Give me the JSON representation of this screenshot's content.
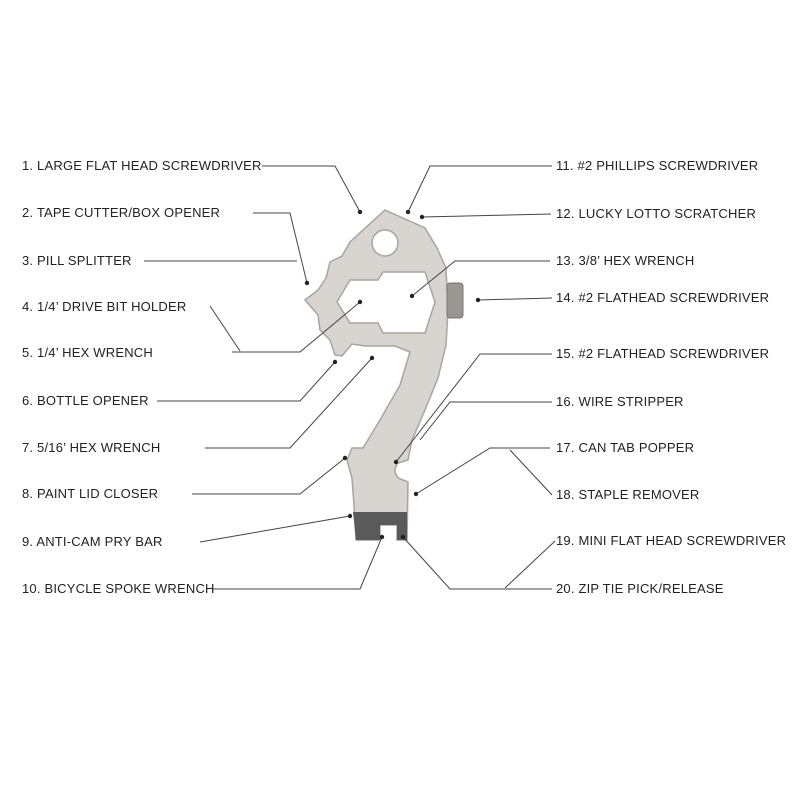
{
  "colors": {
    "line": "#444444",
    "steel": "#d8d5d0",
    "steel_edge": "#a8a49e",
    "dark_end": "#555555"
  },
  "left_labels": [
    "1.  LARGE FLAT HEAD SCREWDRIVER",
    "2.  TAPE CUTTER/BOX OPENER",
    "3.  PILL SPLITTER",
    "4.  1/4’   DRIVE BIT HOLDER",
    "5.  1/4’   HEX WRENCH",
    "6.  BOTTLE OPENER",
    "7.  5/16’   HEX WRENCH",
    "8.  PAINT LID CLOSER",
    "9. ANTI-CAM PRY BAR",
    "10. BICYCLE SPOKE WRENCH"
  ],
  "right_labels": [
    "11. #2 PHILLIPS SCREWDRIVER",
    "12. LUCKY LOTTO SCRATCHER",
    "13. 3/8’   HEX WRENCH",
    "14. #2 FLATHEAD SCREWDRIVER",
    "15. #2 FLATHEAD SCREWDRIVER",
    "16. WIRE STRIPPER",
    "17. CAN TAB POPPER",
    "18. STAPLE REMOVER",
    "19. MINI FLAT HEAD SCREWDRIVER",
    "20. ZIP TIE PICK/RELEASE"
  ]
}
